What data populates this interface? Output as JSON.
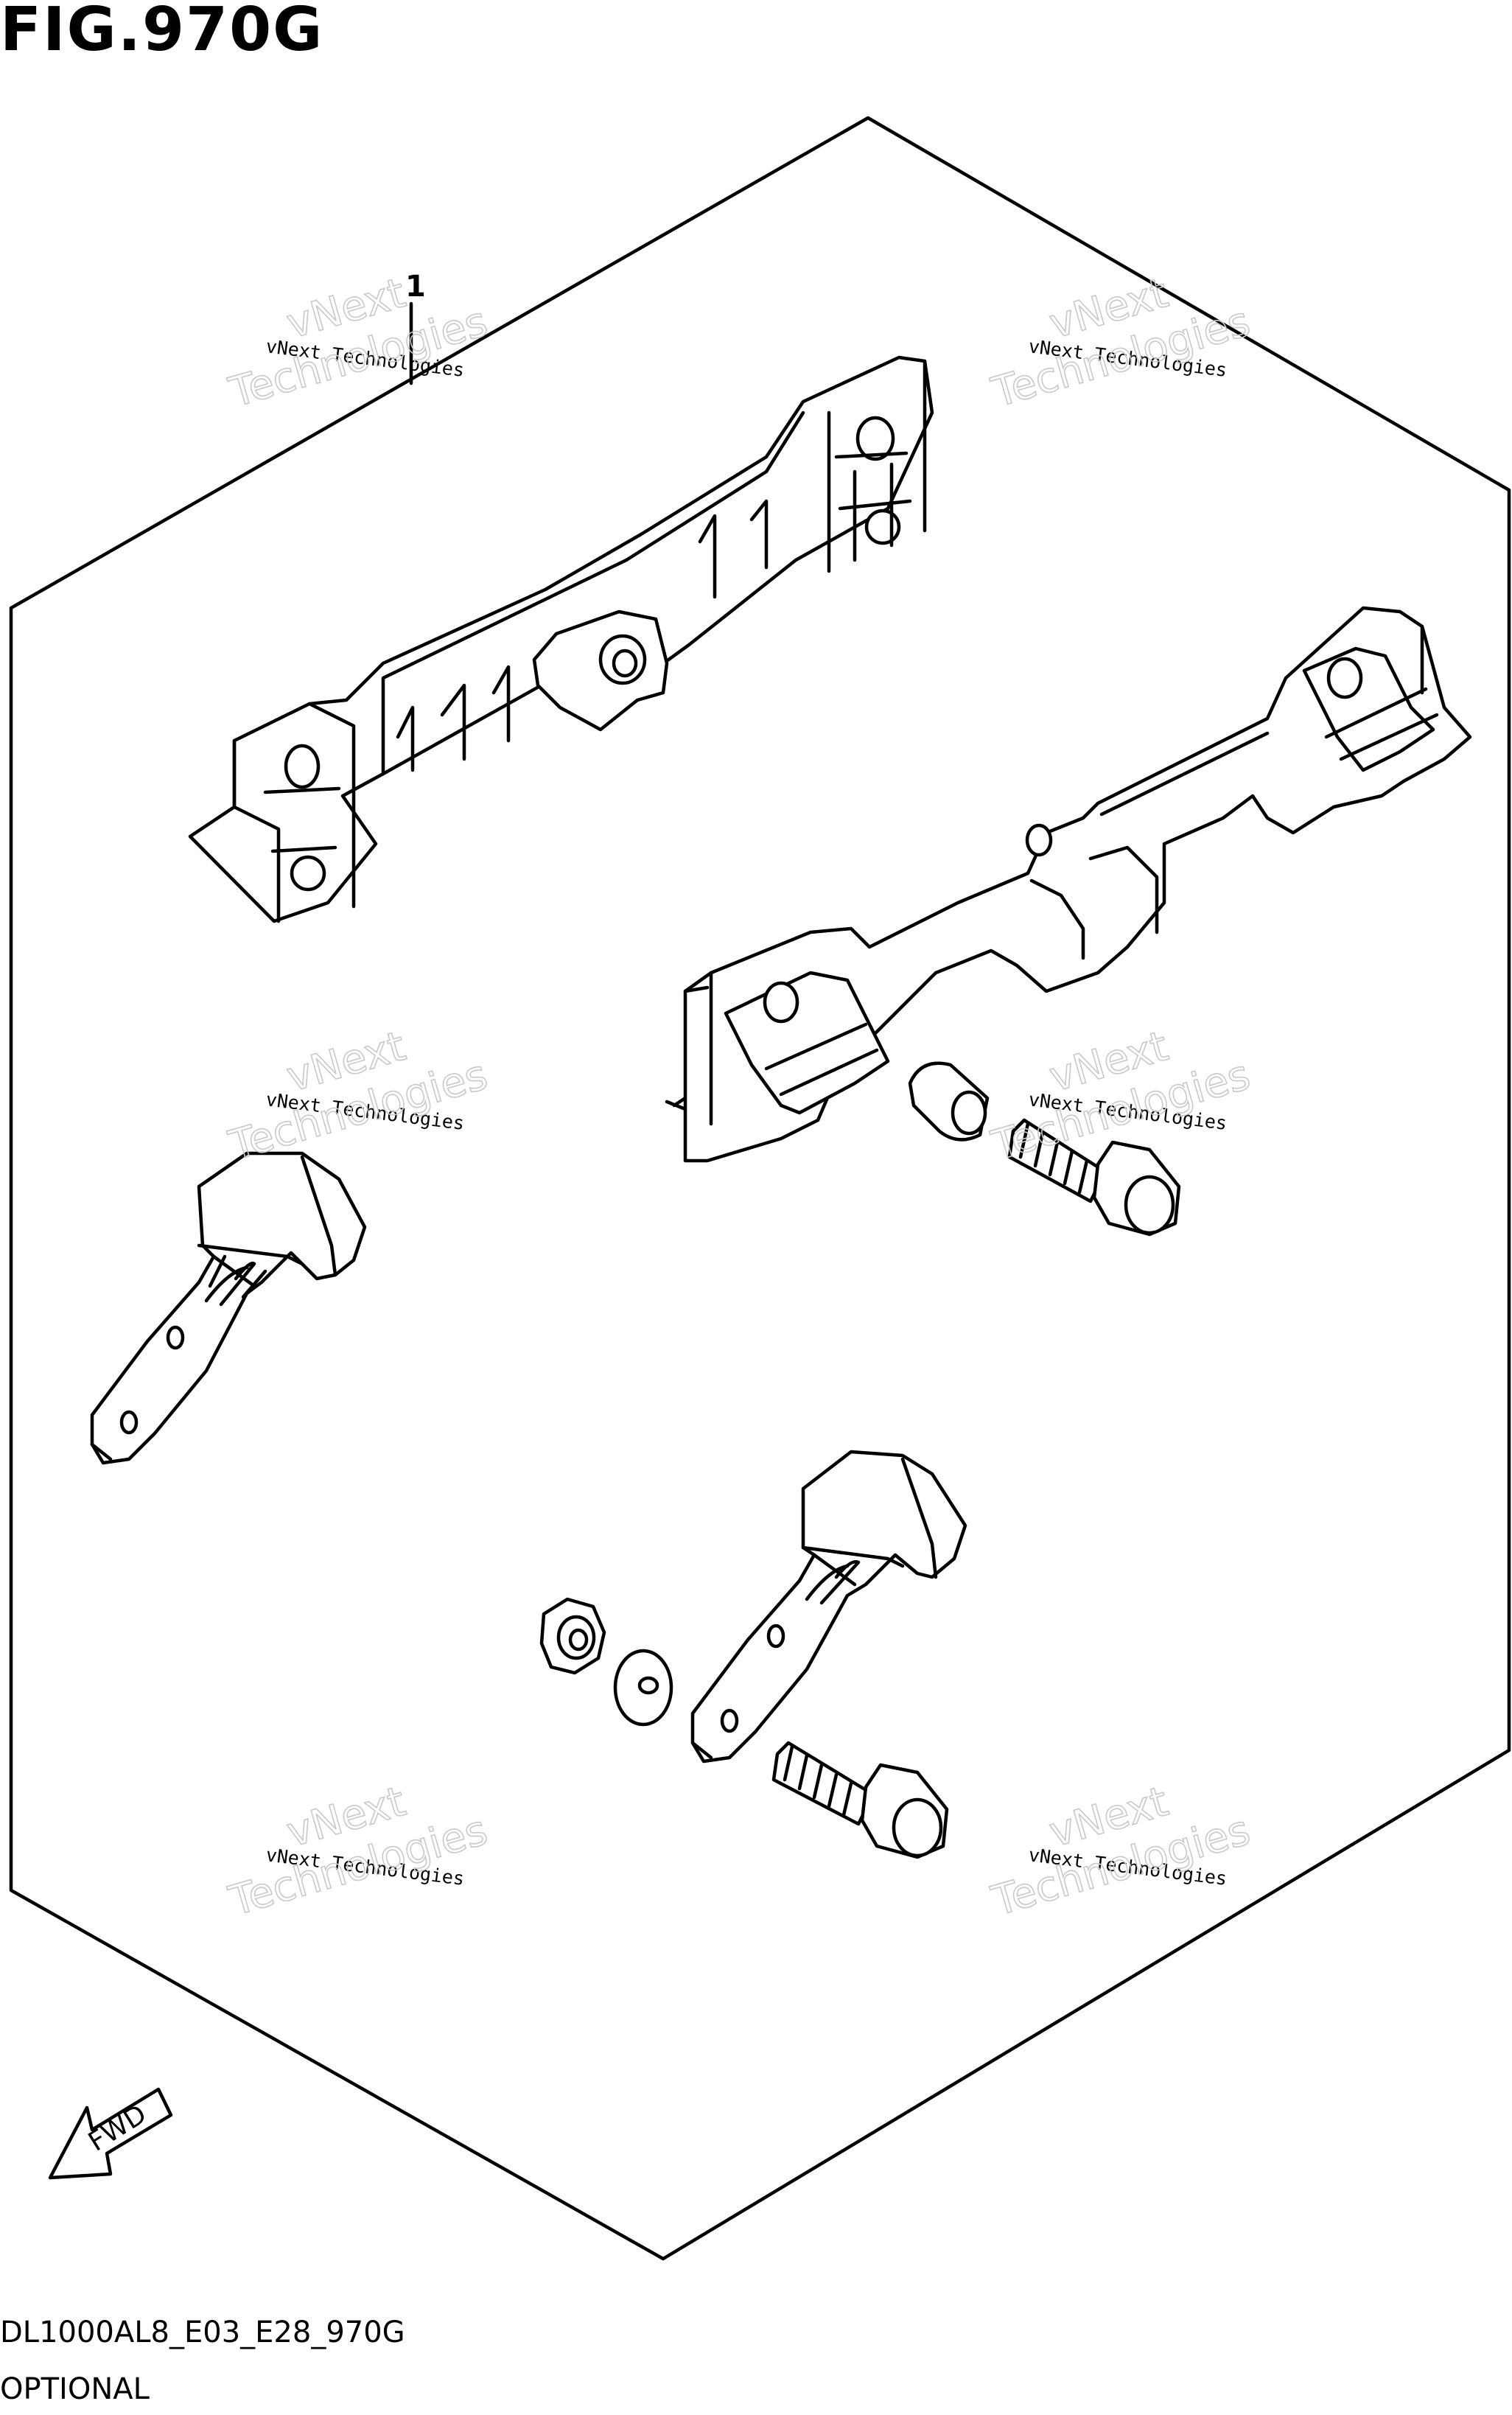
{
  "figure": {
    "title": "FIG.970G",
    "callout_label": "1",
    "fwd_label": "FWD",
    "code": "DL1000AL8_E03_E28_970G",
    "caption": "OPTIONAL"
  },
  "watermark": {
    "line1": "vNext Technologies",
    "big_line1": "vNext",
    "big_line2": "Technologies"
  }
}
